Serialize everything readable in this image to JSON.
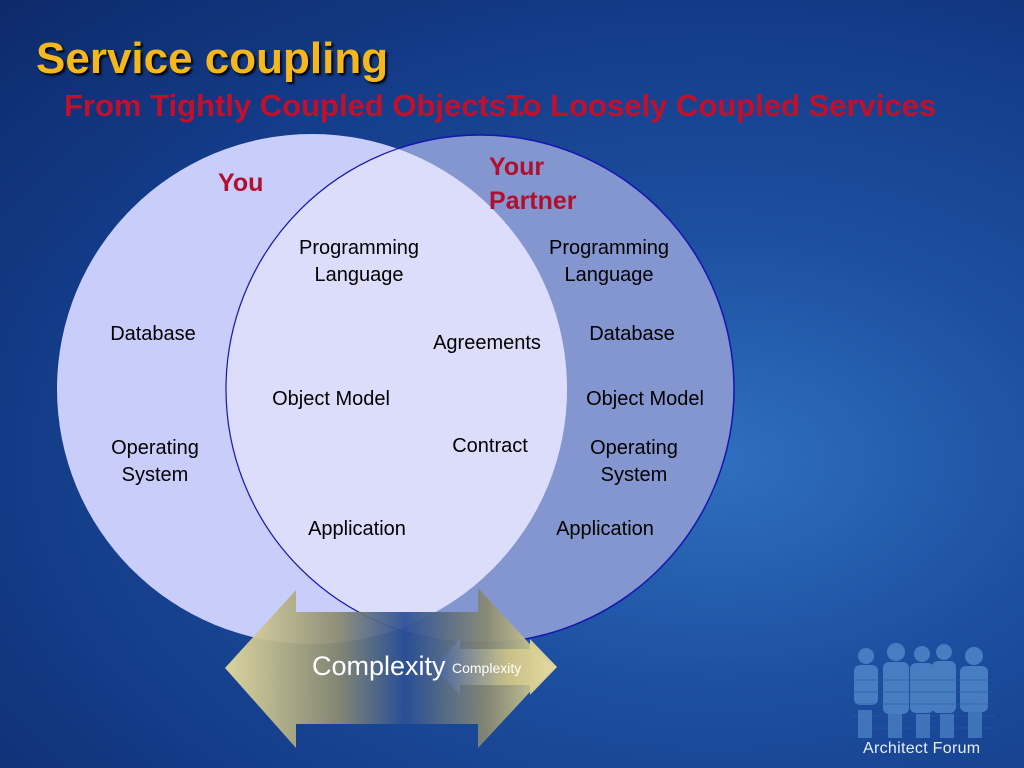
{
  "slide": {
    "title": "Service coupling",
    "subtitle_left": "From Tightly Coupled Objects…",
    "subtitle_right": "To Loosely Coupled Services"
  },
  "diagram": {
    "you_label": "You",
    "partner_label": "Your\n  Partner",
    "you_items": {
      "database": "Database",
      "operating_system": "Operating\nSystem"
    },
    "overlap_items": {
      "programming_language": "Programming\nLanguage",
      "object_model": "Object Model",
      "application": "Application",
      "agreements": "Agreements",
      "contract": "Contract"
    },
    "partner_items": {
      "programming_language": "Programming\nLanguage",
      "database": "Database",
      "object_model": "Object Model",
      "operating_system": "Operating\nSystem",
      "application": "Application"
    },
    "complexity_big": "Complexity",
    "complexity_small": "Complexity"
  },
  "brand": {
    "name": "Architect Forum"
  },
  "colors": {
    "title": "#f4b81c",
    "subtitle": "#c0102c",
    "you_circle": "#c9cdfa",
    "partner_circle": "#8496cf",
    "overlap_circle": "#dcdcfb"
  }
}
